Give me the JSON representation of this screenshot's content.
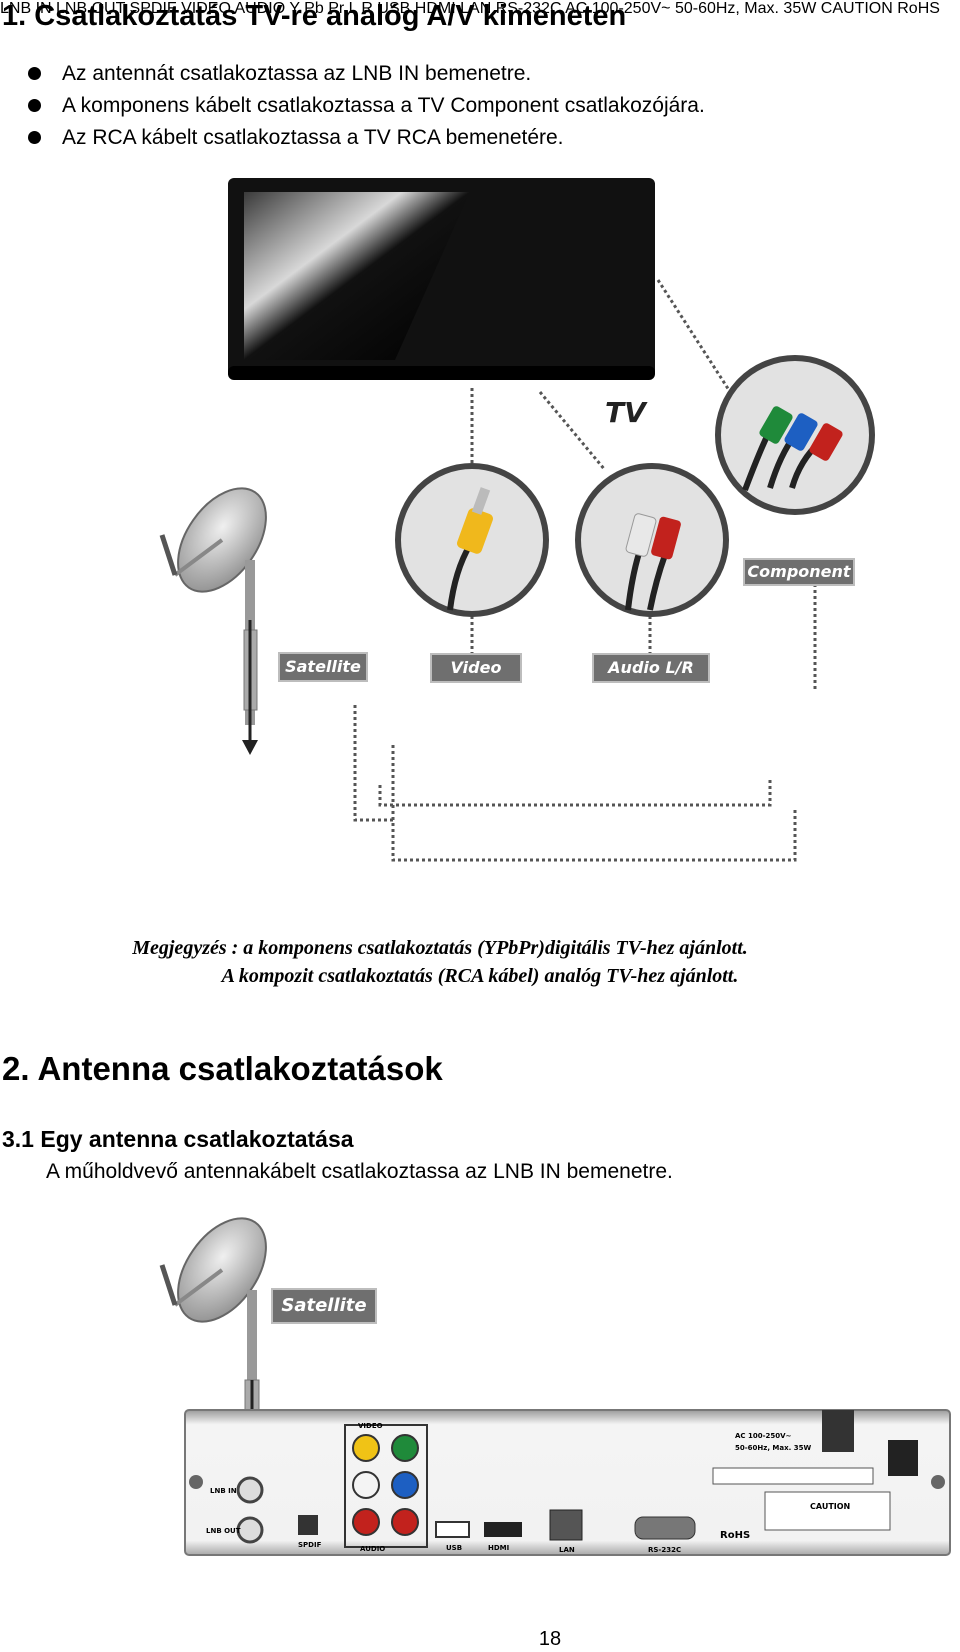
{
  "section1": {
    "title": "1. Csatlakoztatás TV-re analóg A/V kimeneten",
    "bullets": [
      "Az antennát csatlakoztassa az LNB IN bemenetre.",
      "A komponens kábelt csatlakoztassa a TV Component csatlakozójára.",
      "Az RCA kábelt csatlakoztassa a TV RCA bemenetére."
    ]
  },
  "diagram1": {
    "tv_label": "TV",
    "labels": {
      "component": "Component",
      "satellite": "Satellite",
      "video": "Video",
      "audio": "Audio L/R"
    }
  },
  "panel": {
    "video": "VIDEO",
    "audio": "AUDIO",
    "lnb_in": "LNB IN",
    "lnb_out": "LNB OUT",
    "spdif": "SPDIF",
    "usb": "USB",
    "hdmi": "HDMI",
    "lan": "LAN",
    "rs232c": "RS-232C",
    "power_line1": "AC 100-250V~",
    "power_line2": "50-60Hz, Max. 35W",
    "caution": "CAUTION",
    "rohs": "RoHS",
    "y": "Y",
    "pb": "Pb",
    "pr": "Pr",
    "l": "L",
    "r": "R"
  },
  "note": {
    "line1": "Megjegyzés : a komponens csatlakoztatás (YPbPr)digitális TV-hez ajánlott.",
    "line2": "A kompozit csatlakoztatás (RCA kábel) analóg TV-hez ajánlott."
  },
  "section2": {
    "title": "2. Antenna csatlakoztatások",
    "sub_title": "3.1 Egy antenna csatlakoztatása",
    "text": "A műholdvevő antennakábelt csatlakoztassa az LNB IN bemenetre."
  },
  "diagram2": {
    "satellite": "Satellite"
  },
  "page_number": "18"
}
